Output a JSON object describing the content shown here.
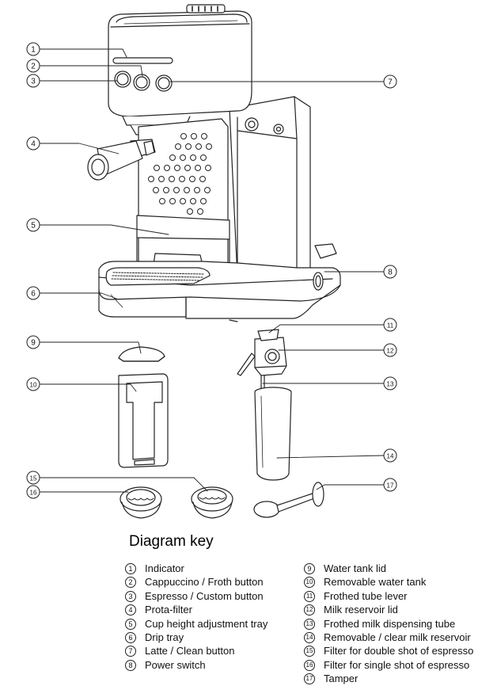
{
  "key": {
    "title": "Diagram key",
    "items": [
      {
        "num": "1",
        "label": "Indicator"
      },
      {
        "num": "2",
        "label": "Cappuccino / Froth button"
      },
      {
        "num": "3",
        "label": "Espresso / Custom button"
      },
      {
        "num": "4",
        "label": "Prota-filter"
      },
      {
        "num": "5",
        "label": "Cup height adjustment tray"
      },
      {
        "num": "6",
        "label": "Drip tray"
      },
      {
        "num": "7",
        "label": "Latte / Clean button"
      },
      {
        "num": "8",
        "label": "Power switch"
      },
      {
        "num": "9",
        "label": "Water tank lid"
      },
      {
        "num": "10",
        "label": "Removable water tank"
      },
      {
        "num": "11",
        "label": "Frothed tube lever"
      },
      {
        "num": "12",
        "label": "Milk reservoir lid"
      },
      {
        "num": "13",
        "label": "Frothed milk dispensing tube"
      },
      {
        "num": "14",
        "label": "Removable / clear milk reservoir"
      },
      {
        "num": "15",
        "label": "Filter for double shot of espresso"
      },
      {
        "num": "16",
        "label": "Filter for single shot of espresso"
      },
      {
        "num": "17",
        "label": "Tamper"
      }
    ]
  },
  "callouts": [
    "1",
    "2",
    "3",
    "4",
    "5",
    "6",
    "7",
    "8",
    "9",
    "10",
    "11",
    "12",
    "13",
    "14",
    "15",
    "16",
    "17"
  ]
}
